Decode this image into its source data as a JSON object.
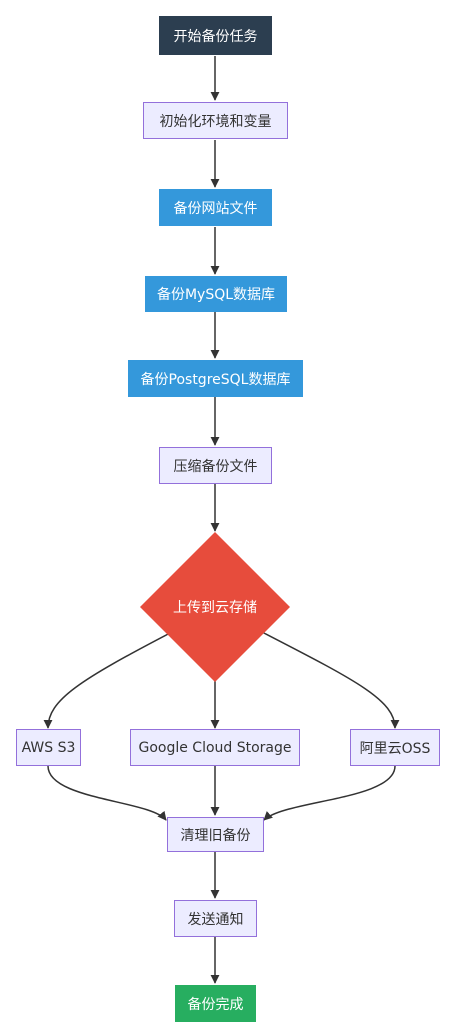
{
  "flowchart": {
    "nodes": {
      "start": "开始备份任务",
      "init": "初始化环境和变量",
      "backup_site": "备份网站文件",
      "backup_mysql": "备份MySQL数据库",
      "backup_postgres": "备份PostgreSQL数据库",
      "compress": "压缩备份文件",
      "upload": "上传到云存储",
      "aws": "AWS S3",
      "gcs": "Google Cloud Storage",
      "aliyun": "阿里云OSS",
      "cleanup": "清理旧备份",
      "notify": "发送通知",
      "done": "备份完成"
    },
    "colors": {
      "start": "#2c3e50",
      "backup": "#3498db",
      "decision": "#e74c3c",
      "done": "#27ae60",
      "default_fill": "#ececff",
      "default_border": "#9370db",
      "edge": "#333333"
    }
  }
}
